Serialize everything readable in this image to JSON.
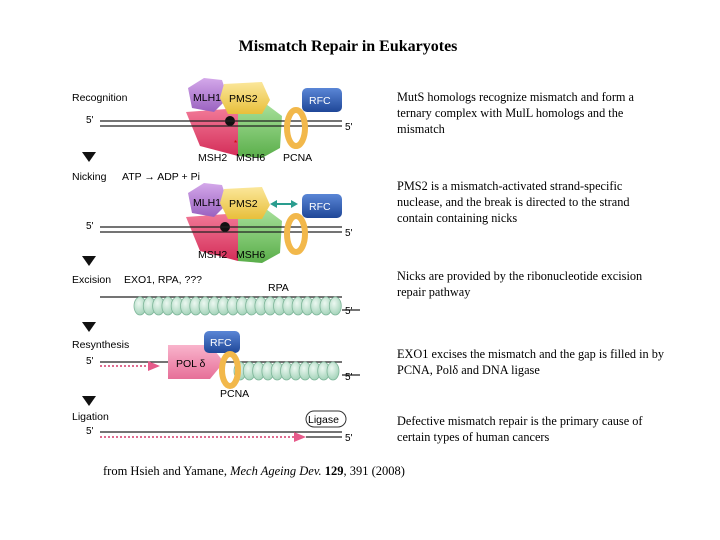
{
  "title": "Mismatch Repair in Eukaryotes",
  "descriptions": [
    "MutS homologs recognize mismatch and form a ternary complex with MulL homologs and the mismatch",
    "PMS2 is a mismatch-activated strand-specific nuclease, and the break is directed to the strand contain containing nicks",
    "Nicks are provided by the ribonucleotide excision repair pathway",
    "EXO1 excises the mismatch and the gap is filled in by PCNA, Polδ and DNA ligase",
    "Defective mismatch repair is the primary cause of certain types of human cancers"
  ],
  "citation": {
    "prefix": "from Hsieh and Yamane, ",
    "journal": "Mech Ageing Dev.",
    "volume": "129",
    "rest": ", 391 (2008)"
  },
  "stages": {
    "recognition": "Recognition",
    "nicking": "Nicking",
    "nicking_reaction": "ATP → ADP + Pi",
    "excision": "Excision",
    "excision_factors": "EXO1, RPA, ???",
    "resynthesis": "Resynthesis",
    "ligation": "Ligation"
  },
  "proteins": {
    "mlh1": "MLH1",
    "pms2": "PMS2",
    "msh2": "MSH2",
    "msh6": "MSH6",
    "rfc": "RFC",
    "pcna": "PCNA",
    "rpa": "RPA",
    "pol": "POL δ",
    "ligase": "Ligase"
  },
  "strand_labels": {
    "five_prime": "5'"
  },
  "colors": {
    "mlh1": "#b07cd0",
    "pms2": "#f4d35e",
    "msh2": "#e8476e",
    "msh6": "#7ecb6a",
    "rfc": "#2f5fb5",
    "pcna": "#f2b84b",
    "rpa": "#bfe3cf",
    "pol": "#f28bb0",
    "nick_arrow": "#2a9d8f",
    "arrow_down": "#111111",
    "dashed_strand": "#d63a6b"
  }
}
